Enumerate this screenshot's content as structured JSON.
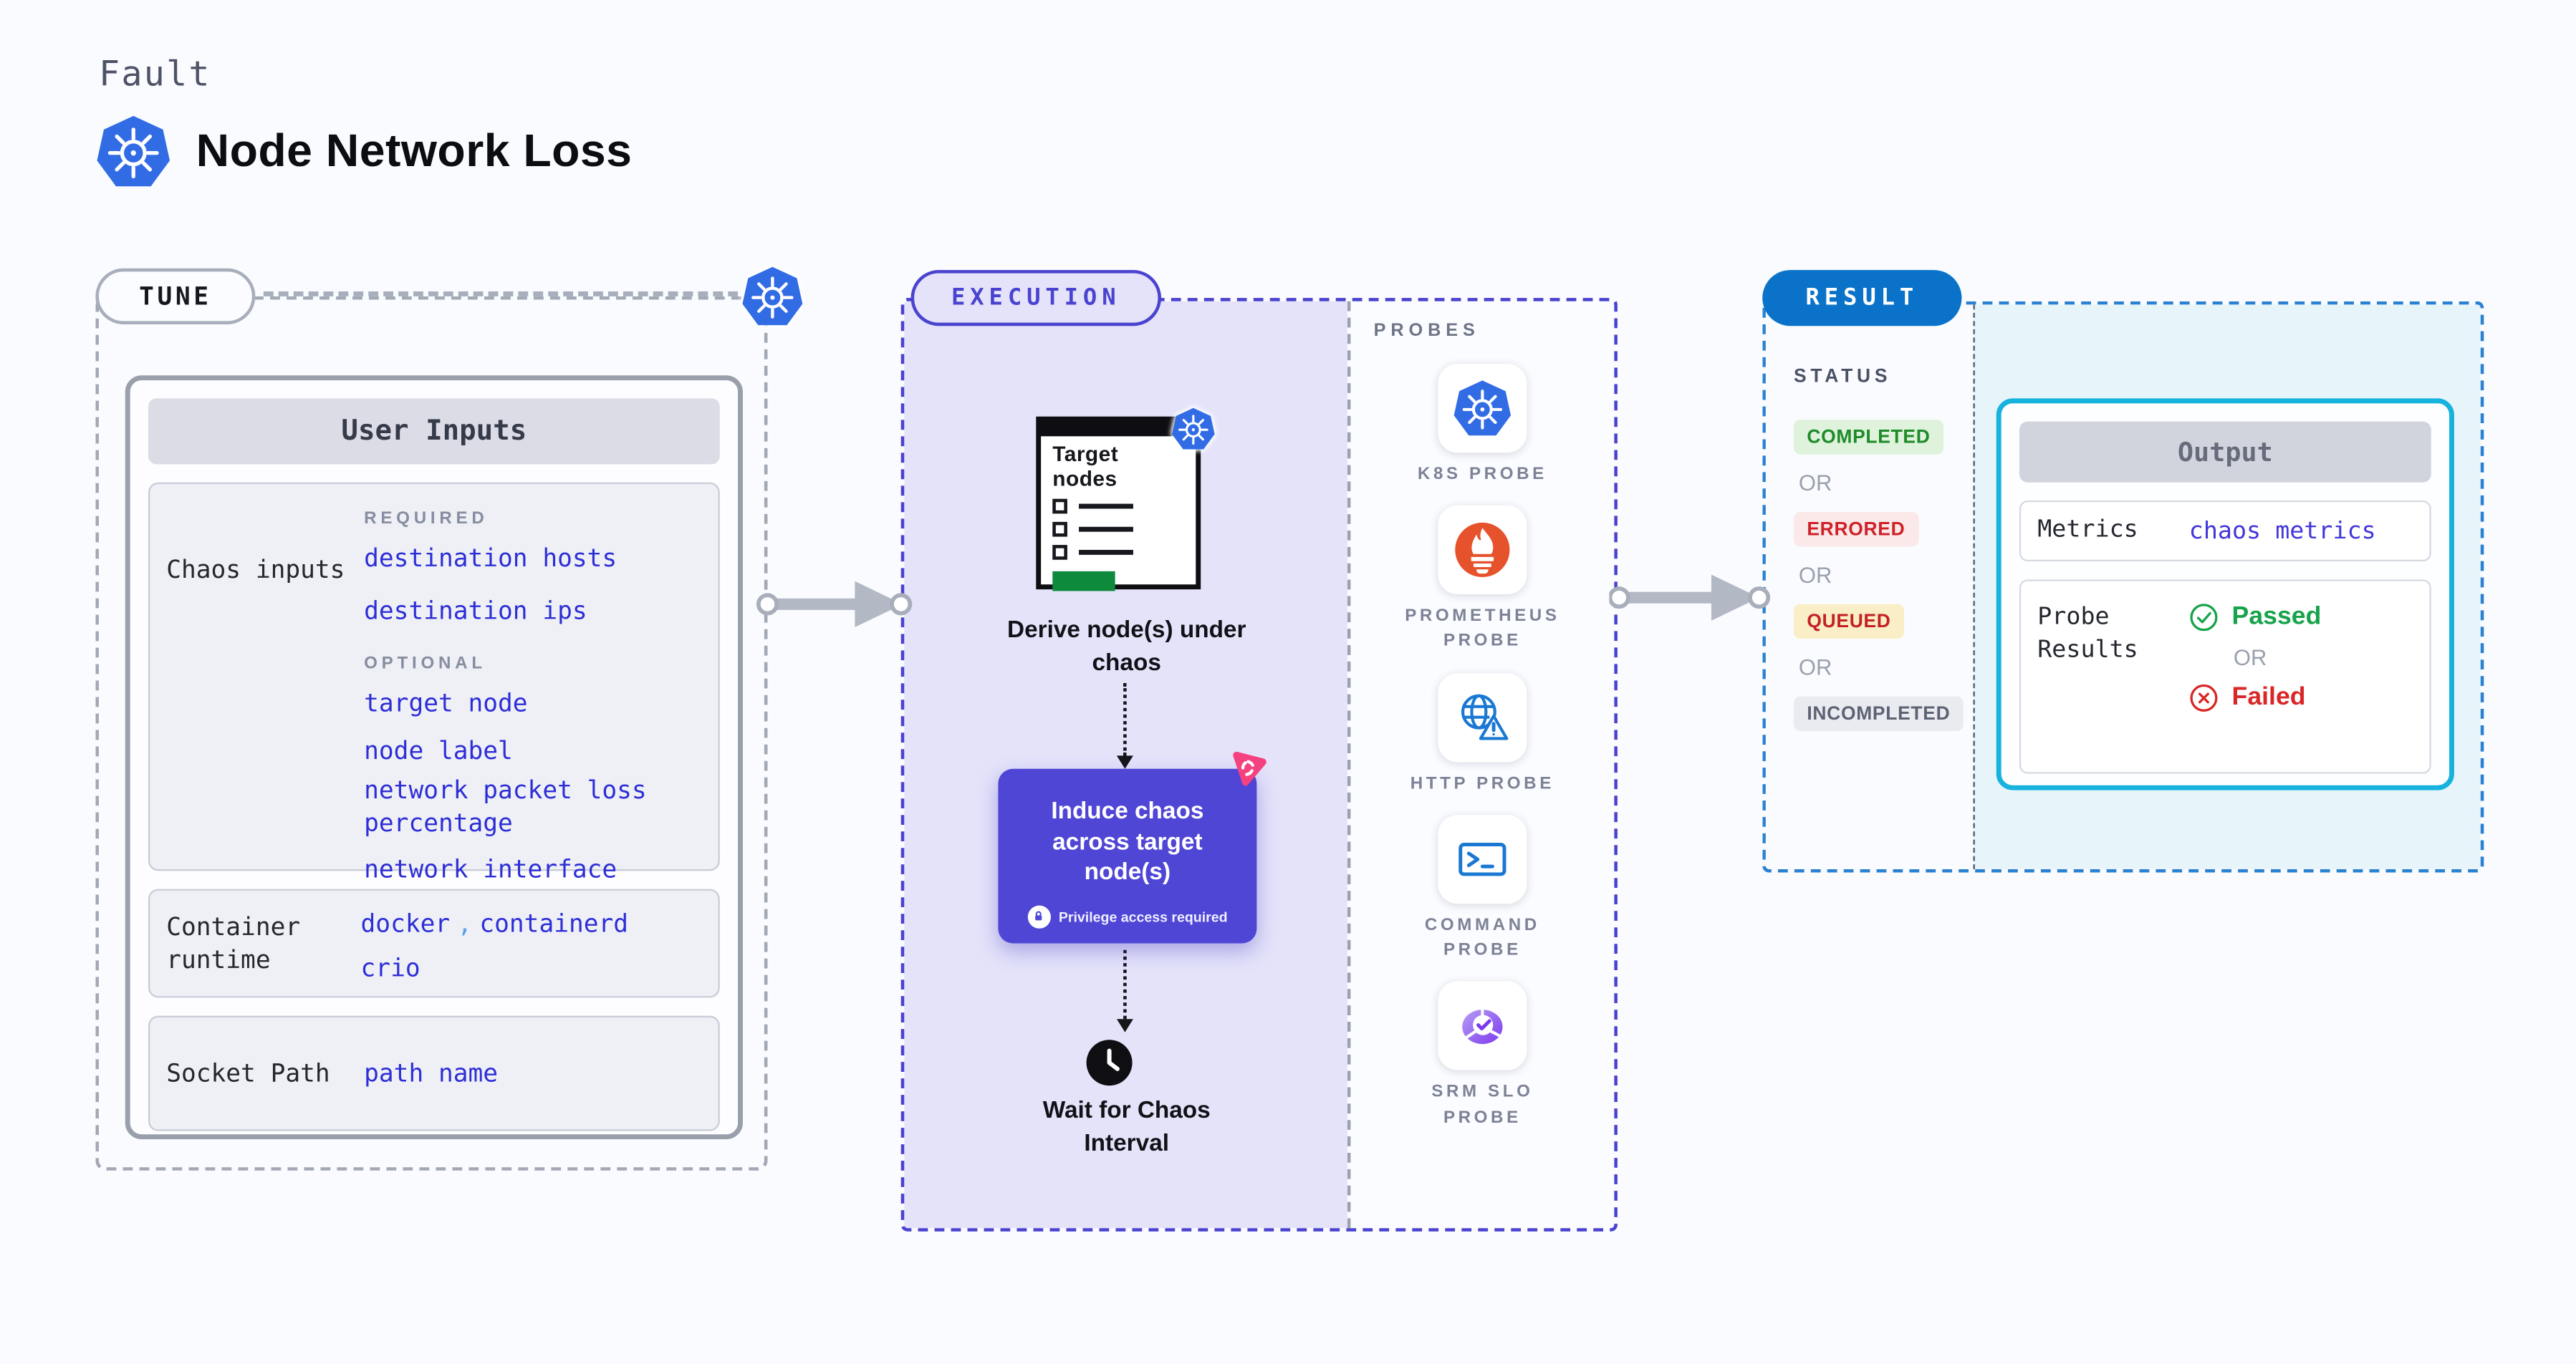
{
  "header": {
    "kicker": "Fault",
    "title": "Node Network Loss"
  },
  "tune": {
    "pill": "TUNE",
    "card_title": "User Inputs",
    "chaos": {
      "label": "Chaos inputs",
      "required_label": "REQUIRED",
      "required": [
        "destination hosts",
        "destination ips"
      ],
      "optional_label": "OPTIONAL",
      "optional": [
        "target node",
        "node label",
        "network packet loss percentage",
        "network interface"
      ]
    },
    "runtime": {
      "label": "Container runtime",
      "v1": "docker",
      "comma": ",",
      "v2": "containerd",
      "v3": "crio"
    },
    "socket": {
      "label": "Socket Path",
      "value": "path name"
    }
  },
  "execution": {
    "pill": "EXECUTION",
    "target_title": "Target nodes",
    "derive": "Derive node(s) under chaos",
    "induce": "Induce chaos across target node(s)",
    "privilege": "Privilege access required",
    "wait": "Wait for Chaos Interval"
  },
  "probes": {
    "label": "PROBES",
    "items": [
      {
        "icon": "k8s",
        "label": "K8S PROBE"
      },
      {
        "icon": "prometheus",
        "label": "PROMETHEUS PROBE"
      },
      {
        "icon": "http",
        "label": "HTTP PROBE"
      },
      {
        "icon": "command",
        "label": "COMMAND PROBE"
      },
      {
        "icon": "srm",
        "label": "SRM SLO PROBE"
      }
    ]
  },
  "result": {
    "pill": "RESULT",
    "status_label": "STATUS",
    "or": "OR",
    "statuses": [
      {
        "label": "COMPLETED",
        "bg": "#def2dc",
        "fg": "#1e8a28"
      },
      {
        "label": "ERRORED",
        "bg": "#fbe9e9",
        "fg": "#cf2127"
      },
      {
        "label": "QUEUED",
        "bg": "#f9eec5",
        "fg": "#c32126"
      },
      {
        "label": "INCOMPLETED",
        "bg": "#eaebf1",
        "fg": "#5d6373"
      }
    ],
    "output": {
      "title": "Output",
      "metrics_label": "Metrics",
      "metrics_value": "chaos metrics",
      "probe_label": "Probe Results",
      "passed": "Passed",
      "or": "OR",
      "failed": "Failed"
    }
  },
  "colors": {
    "k8s_blue": "#326ce5",
    "accent_indigo": "#4f46d6",
    "result_blue": "#0a73c9",
    "output_cyan": "#17b2de",
    "link_blue": "#2e2ed6",
    "passed_green": "#16a34a",
    "failed_red": "#d92626",
    "prometheus_orange": "#e6522c",
    "litmus_pink": "#f5417f",
    "srm_purple": "#7c3aed"
  }
}
